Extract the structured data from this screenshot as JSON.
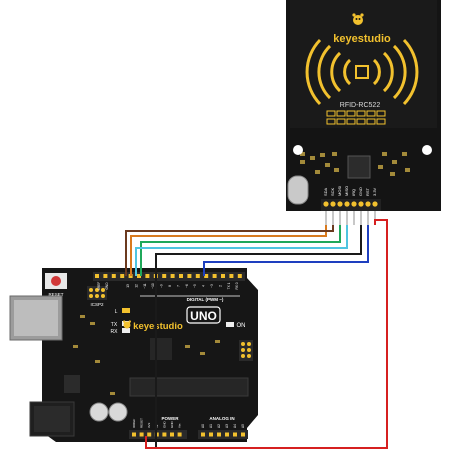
{
  "rfid_module": {
    "brand": "keyestudio",
    "model": "RFID-RC522",
    "pin_labels": [
      "SDA",
      "SCK",
      "MOSI",
      "MISO",
      "IRQ",
      "GND",
      "RST",
      "3.3V"
    ]
  },
  "arduino_board": {
    "brand": "keyestudio",
    "model": "UNO",
    "reset_label": "RESET",
    "icsp_label": "ICSP2",
    "digital_label": "DIGITAL (PWM ~)",
    "aref_label": "AREF",
    "gnd_label": "GND",
    "on_label": "ON",
    "led_labels": [
      "L",
      "TX",
      "RX"
    ],
    "power_label": "POWER",
    "analog_label": "ANALOG IN",
    "digital_pin_labels": [
      "13",
      "12",
      "~11",
      "~10",
      "~9",
      "8",
      "7",
      "~6",
      "~5",
      "4",
      "~3",
      "2",
      "TX 1",
      "RX 0"
    ],
    "power_pin_labels": [
      "IOREF",
      "RESET",
      "3V3",
      "5V",
      "GND",
      "GND",
      "Vin"
    ],
    "analog_pin_labels": [
      "A0",
      "A1",
      "A2",
      "A3",
      "A4",
      "A5"
    ]
  },
  "wire_colors": {
    "sda": "#d97a1e",
    "sck": "#6b3a1f",
    "mosi": "#1fa85a",
    "miso": "#4fc4e0",
    "gnd": "#1a1a1a",
    "rst": "#1e3fbf",
    "vcc": "#d62020"
  }
}
